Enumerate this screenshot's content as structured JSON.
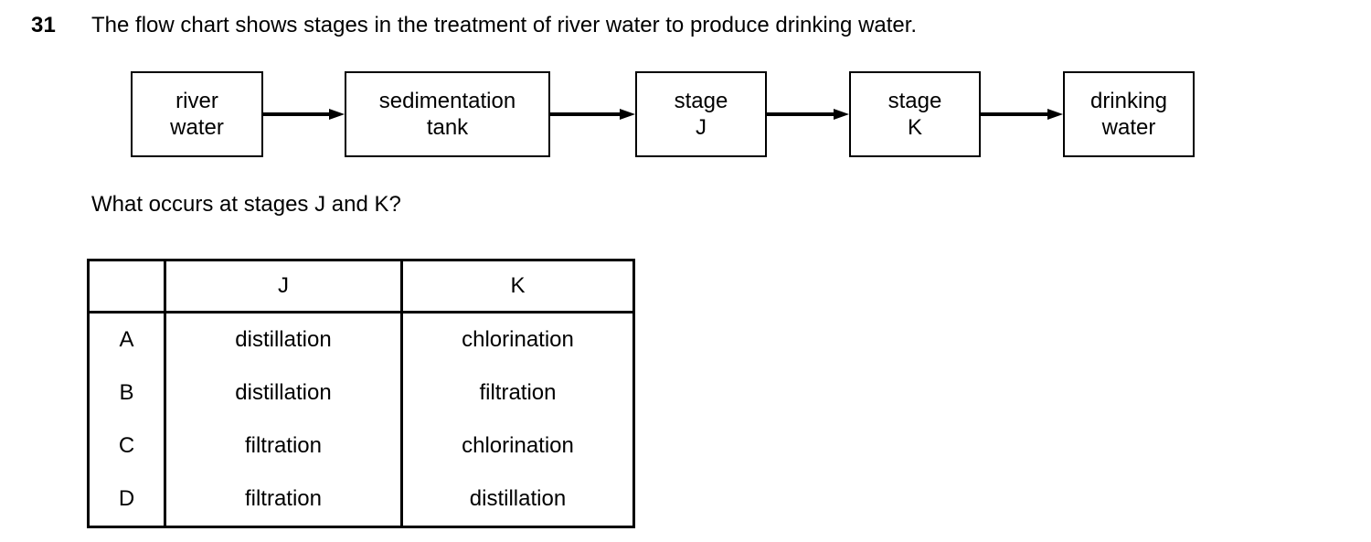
{
  "question": {
    "number": "31",
    "stem": "The flow chart shows stages in the treatment of river water to produce drinking water.",
    "sub_question": "What occurs at stages J and K?"
  },
  "flowchart": {
    "boxes": [
      {
        "id": "river-water",
        "line1": "river",
        "line2": "water"
      },
      {
        "id": "sedimentation-tank",
        "line1": "sedimentation",
        "line2": "tank"
      },
      {
        "id": "stage-j",
        "line1": "stage",
        "line2": "J"
      },
      {
        "id": "stage-k",
        "line1": "stage",
        "line2": "K"
      },
      {
        "id": "drinking-water",
        "line1": "drinking",
        "line2": "water"
      }
    ],
    "arrow_count": 4
  },
  "answer_table": {
    "headers": [
      "",
      "J",
      "K"
    ],
    "rows": [
      {
        "option": "A",
        "j": "distillation",
        "k": "chlorination"
      },
      {
        "option": "B",
        "j": "distillation",
        "k": "filtration"
      },
      {
        "option": "C",
        "j": "filtration",
        "k": "chlorination"
      },
      {
        "option": "D",
        "j": "filtration",
        "k": "distillation"
      }
    ]
  },
  "colors": {
    "ink": "#000000",
    "page": "#ffffff"
  }
}
